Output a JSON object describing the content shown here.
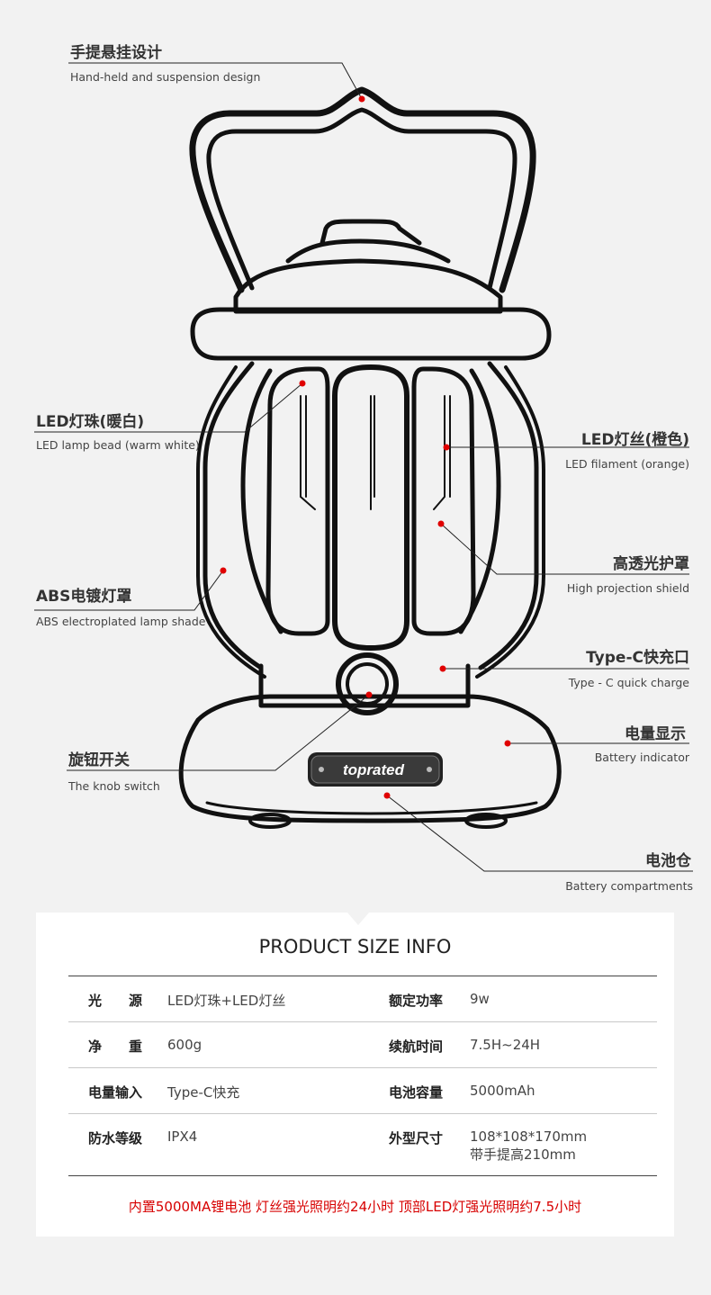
{
  "callouts": {
    "handle": {
      "zh": "手提悬挂设计",
      "en": "Hand-held and suspension design"
    },
    "led_bead": {
      "zh": "LED灯珠(暖白)",
      "en": "LED lamp bead (warm white)"
    },
    "filament": {
      "zh": "LED灯丝(橙色)",
      "en": "LED filament (orange)"
    },
    "shield": {
      "zh": "高透光护罩",
      "en": "High projection shield"
    },
    "abs_shade": {
      "zh": "ABS电镀灯罩",
      "en": "ABS electroplated lamp shade"
    },
    "typec": {
      "zh": "Type-C快充口",
      "en": "Type - C quick charge"
    },
    "battery_ind": {
      "zh": "电量显示",
      "en": "Battery indicator"
    },
    "knob": {
      "zh": "旋钮开关",
      "en": "The knob switch"
    },
    "battery_comp": {
      "zh": "电池仓",
      "en": "Battery compartments"
    }
  },
  "brand": "toprated",
  "accent_color": "#e00000",
  "size_info": {
    "title": "PRODUCT  SIZE INFO",
    "rows": [
      {
        "k1": "光　　源",
        "v1": "LED灯珠+LED灯丝",
        "k2": "额定功率",
        "v2": "9w",
        "v2b": ""
      },
      {
        "k1": "净　　重",
        "v1": "600g",
        "k2": "续航时间",
        "v2": "7.5H~24H",
        "v2b": ""
      },
      {
        "k1": "电量输入",
        "v1": "Type-C快充",
        "k2": "电池容量",
        "v2": "5000mAh",
        "v2b": ""
      },
      {
        "k1": "防水等级",
        "v1": "IPX4",
        "k2": "外型尺寸",
        "v2": "108*108*170mm",
        "v2b": "带手提高210mm"
      }
    ],
    "footnote": "内置5000MA锂电池 灯丝强光照明约24小时 顶部LED灯强光照明约7.5小时"
  }
}
